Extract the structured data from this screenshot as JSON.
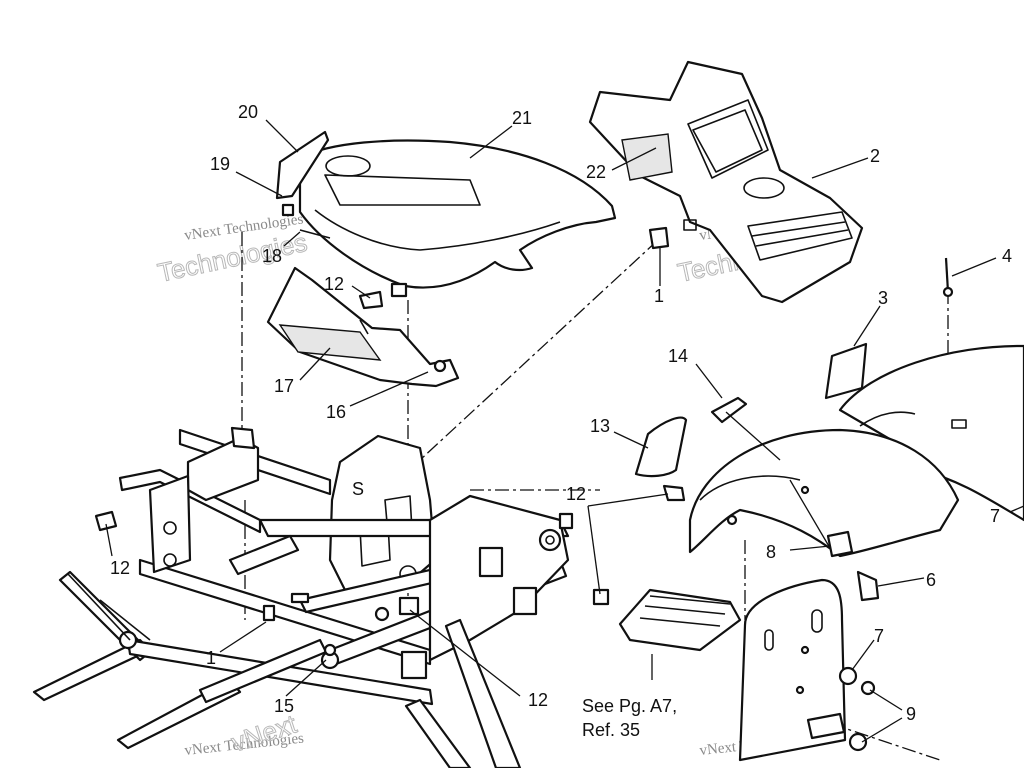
{
  "callouts": [
    "20",
    "21",
    "19",
    "22",
    "2",
    "18",
    "4",
    "12",
    "1",
    "3",
    "17",
    "16",
    "14",
    "13",
    "12",
    "7",
    "8",
    "6",
    "12",
    "1",
    "7",
    "15",
    "12",
    "9"
  ],
  "note": {
    "line1": "See Pg. A7,",
    "line2": "Ref. 35"
  },
  "watermark": {
    "small": "vNext Technologies",
    "big": "Technologies",
    "corner": "vNext"
  }
}
